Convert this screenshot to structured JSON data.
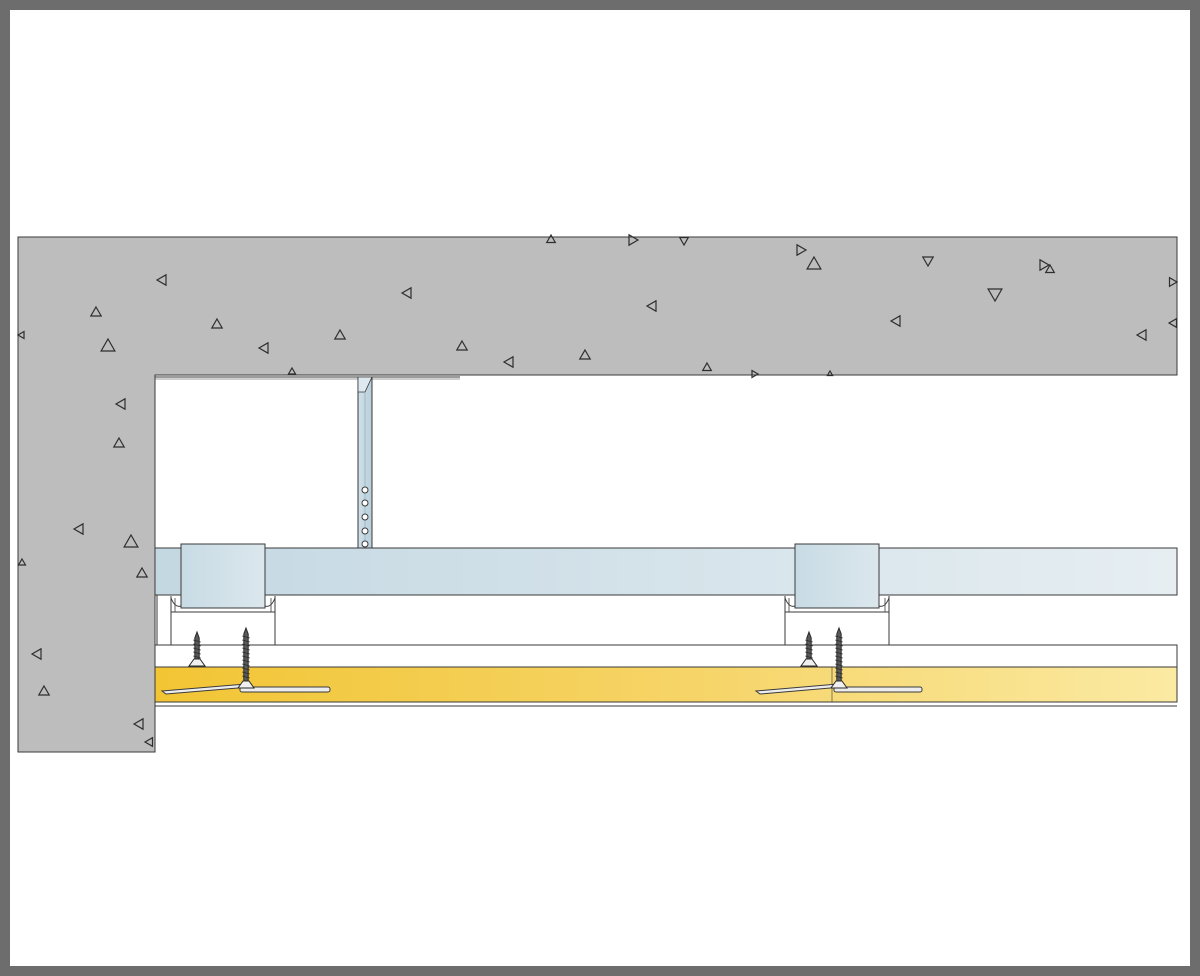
{
  "diagram": {
    "colors": {
      "frame": "#6d6d6d",
      "concrete_fill": "#bdbdbd",
      "outline": "#3a3a3a",
      "profile_light": "#dde8ef",
      "profile_mid": "#c7dbe4",
      "board_yellow_strong": "#f2c534",
      "board_yellow_light": "#fbeaa3"
    },
    "parts": [
      "concrete-ceiling-slab",
      "concrete-wall",
      "perimeter-angle-track",
      "perforated-hanger-strap",
      "main-carrier-channel",
      "cross-clip-left",
      "cross-clip-right",
      "furring-channel-left",
      "furring-channel-right",
      "gypsum-board-upper",
      "gypsum-board-lower",
      "drywall-screws",
      "plasterboard-joint-clips"
    ]
  }
}
